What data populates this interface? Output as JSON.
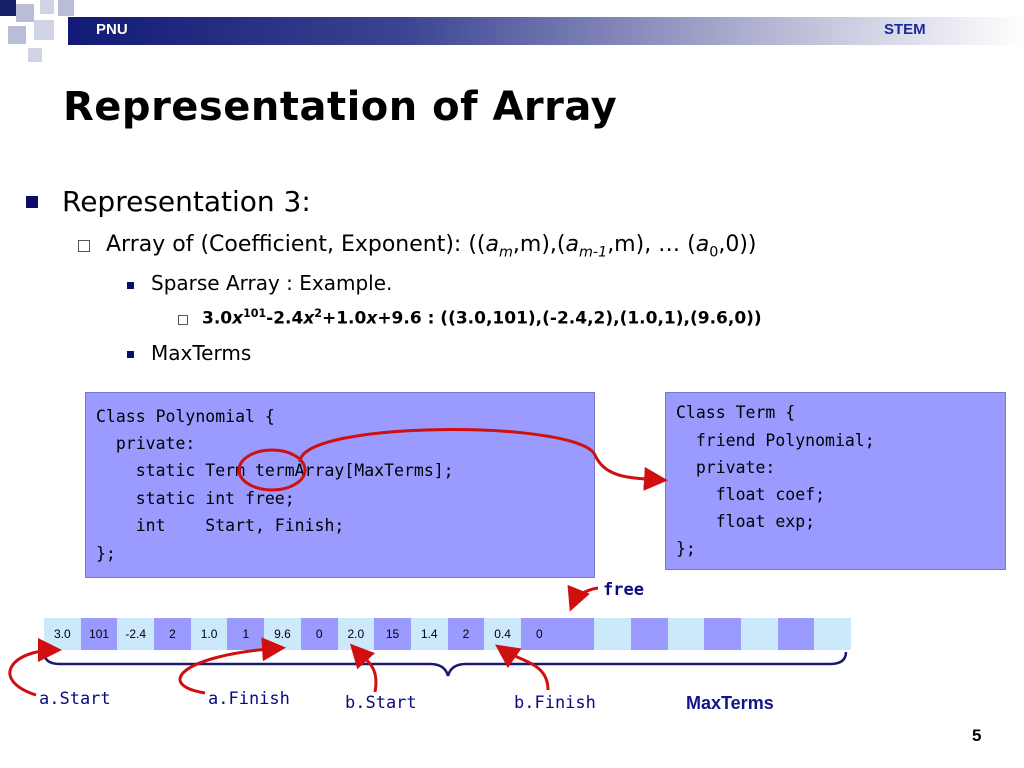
{
  "header": {
    "left": "PNU",
    "right": "STEM"
  },
  "title": "Representation of Array",
  "bullets": {
    "l1": "Representation 3:",
    "l2": {
      "prefix": "Array of (Coefficient, Exponent): ((",
      "a": "a",
      "m": "m",
      "mid": ",m),(",
      "m1": "m-1",
      "mid2": ",m), … (",
      "zero": "0",
      "tail": ",0))"
    },
    "l3": "Sparse Array : Example.",
    "l4": {
      "c1": "3.0",
      "e1": "101",
      "c2": "-2.4",
      "e2": "2",
      "c3": "+1.0",
      "c4": "+9.6 : ((3.0,101),(-2.4,2),(1.0,1),(9.6,0))",
      "x": "x"
    },
    "l5": "MaxTerms"
  },
  "poly_code": [
    "Class Polynomial {",
    "  private:",
    "    static Term termArray[MaxTerms];",
    "    static int free;",
    "    int    Start, Finish;",
    "};"
  ],
  "term_code": [
    "Class Term {",
    "  friend Polynomial;",
    "  private:",
    "    float coef;",
    "    float exp;",
    "};"
  ],
  "array_cells": [
    "3.0",
    "101",
    "-2.4",
    "2",
    "1.0",
    "1",
    "9.6",
    "0",
    "2.0",
    "15",
    "1.4",
    "2",
    "0.4",
    "0",
    "",
    "",
    "",
    "",
    "",
    "",
    "",
    ""
  ],
  "labels": {
    "free": "free",
    "a_start": "a.Start",
    "a_finish": "a.Finish",
    "b_start": "b.Start",
    "b_finish": "b.Finish",
    "maxterms": "MaxTerms"
  },
  "page_number": "5",
  "colors": {
    "header_dark": "#111a75",
    "code_bg": "#9a9aff",
    "cell_light": "#cce8fb",
    "cell_dark": "#9a9aff",
    "arrow_red": "#d01010"
  }
}
